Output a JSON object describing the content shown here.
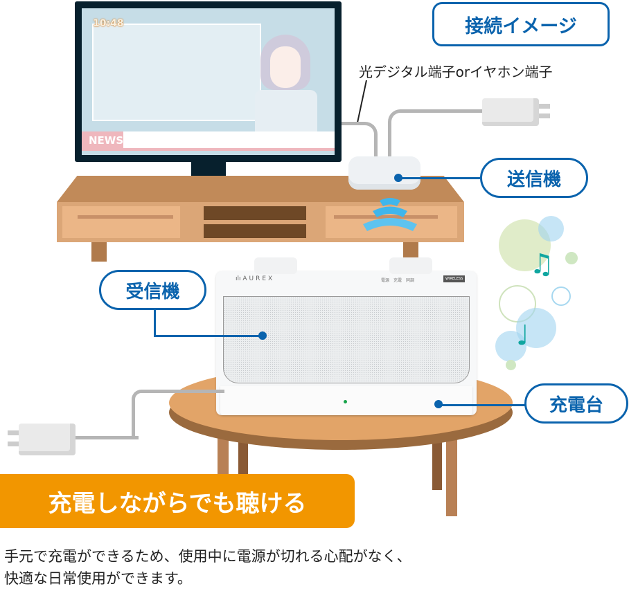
{
  "title": "接続イメージ",
  "labels": {
    "input_terminal": "光デジタル端子orイヤホン端子",
    "transmitter": "送信機",
    "receiver": "受信機",
    "charger": "充電台"
  },
  "tv": {
    "clock": "10:48",
    "ticker": "NEWS"
  },
  "device": {
    "brand": "AUREX",
    "indicators": [
      "電源",
      "充電",
      "同調"
    ],
    "badge": "WIRELESS"
  },
  "headline": "充電しながらでも聴ける",
  "description_lines": [
    "手元で充電ができるため、使用中に電源が切れる心配がなく、",
    "快適な日常使用ができます。"
  ],
  "colors": {
    "accent_blue": "#0a63ad",
    "headline_orange": "#f29600",
    "wave_blue": "#3fb6ec",
    "wood": "#c98f5c",
    "note_teal": "#10a6a0"
  }
}
